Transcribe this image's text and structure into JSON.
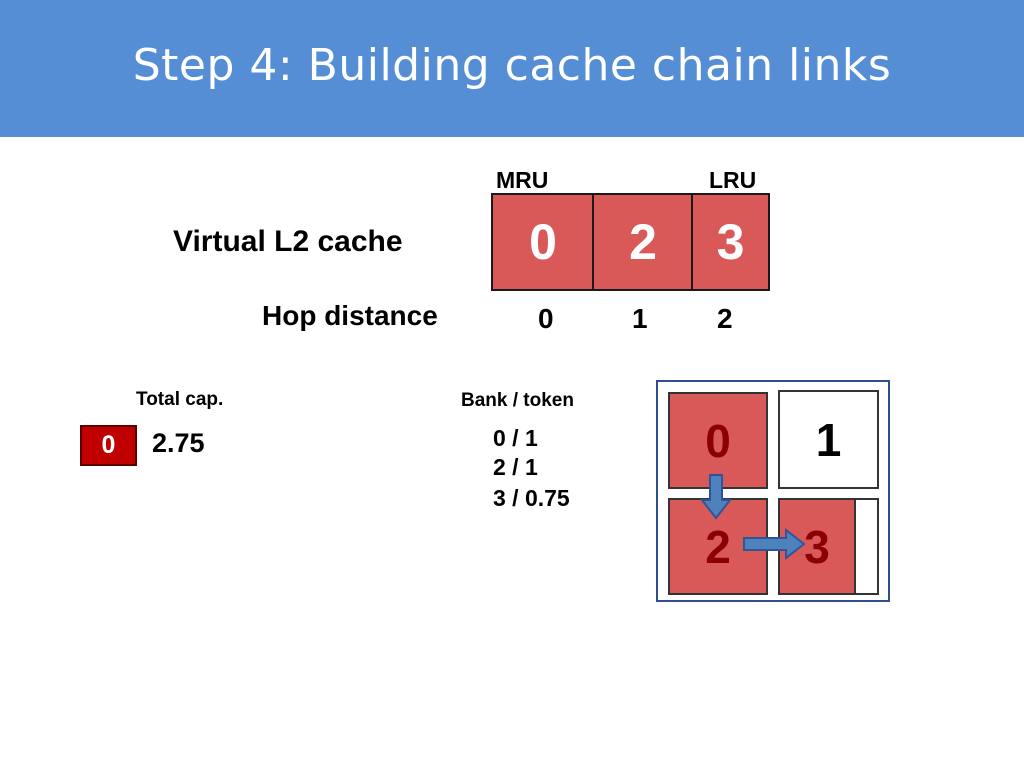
{
  "header": {
    "title": "Step 4: Building cache chain links",
    "bar_color": "#558ed5"
  },
  "virtual_cache": {
    "label": "Virtual L2 cache",
    "mru_label": "MRU",
    "lru_label": "LRU",
    "entries": [
      "0",
      "2",
      "3"
    ],
    "hop_label": "Hop distance",
    "hops": [
      "0",
      "1",
      "2"
    ],
    "cell_color": "#d95959"
  },
  "total_capacity": {
    "label": "Total cap.",
    "token": "0",
    "value": "2.75",
    "token_color": "#c00000"
  },
  "bank_token": {
    "label": "Bank / token",
    "rows": [
      "0 / 1",
      "2 / 1",
      "3 / 0.75"
    ]
  },
  "grid": {
    "tiles": [
      "0",
      "1",
      "2",
      "3"
    ],
    "tile_3_fill_fraction": 0.75,
    "arrows": [
      "0 → 2",
      "2 → 3"
    ],
    "arrow_color": "#4f81bd"
  }
}
